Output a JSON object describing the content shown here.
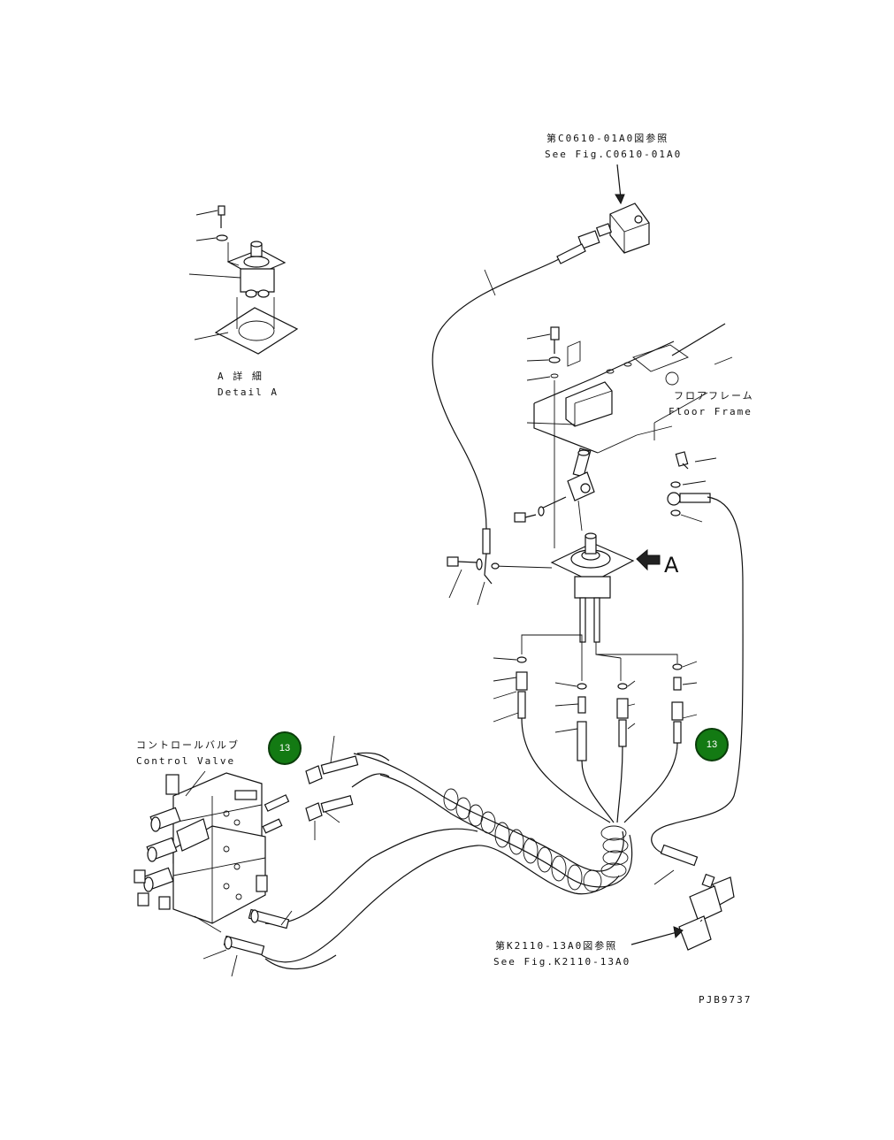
{
  "ref_top": {
    "jp": "第C0610-01A0図参照",
    "en": "See Fig.C0610-01A0"
  },
  "detail": {
    "jp": "A 詳 細",
    "en": "Detail A"
  },
  "floor_frame": {
    "jp": "フロアフレーム",
    "en": "Floor Frame"
  },
  "view_marker": "A",
  "control_valve": {
    "jp": "コントロールバルブ",
    "en": "Control Valve"
  },
  "ref_bottom": {
    "jp": "第K2110-13A0図参照",
    "en": "See Fig.K2110-13A0"
  },
  "drawing_code": "PJB9737",
  "badges": [
    {
      "label": "13"
    },
    {
      "label": "13"
    }
  ],
  "colors": {
    "badge_fill": "#137a13",
    "badge_border": "#0a3d0a",
    "line": "#111111",
    "background": "#ffffff"
  }
}
